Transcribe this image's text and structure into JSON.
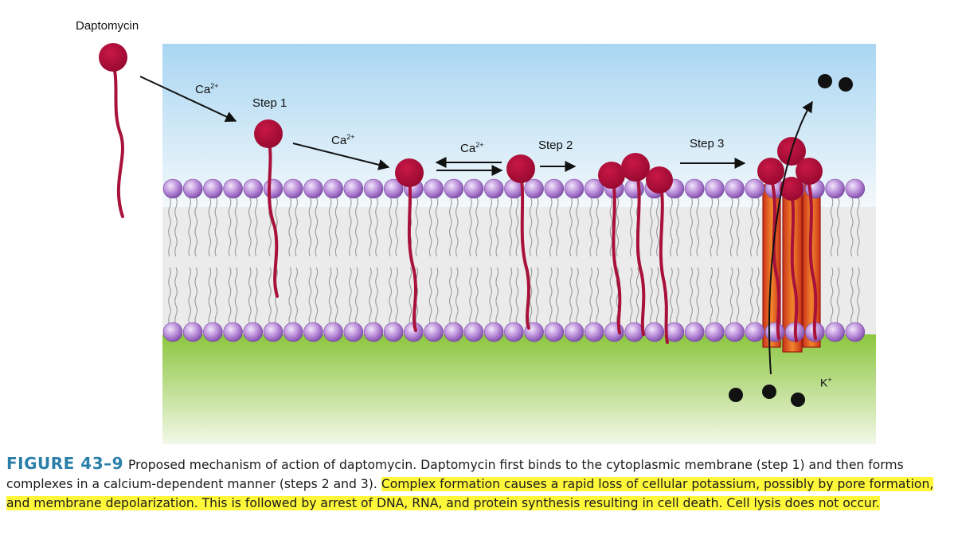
{
  "diagram": {
    "drug_label": "Daptomycin",
    "calcium_label": "Ca",
    "calcium_charge": "2+",
    "step1_label": "Step 1",
    "step2_label": "Step 2",
    "step3_label": "Step 3",
    "potassium_label": "K",
    "potassium_charge": "+"
  },
  "caption": {
    "figure_number": "FIGURE 43–9",
    "plain_text": "Proposed mechanism of action of daptomycin. Daptomycin first binds to the cytoplasmic membrane (step 1) and then forms complexes in a calcium-dependent manner (steps 2 and 3). ",
    "highlighted_text": "Complex formation causes a rapid loss of cellular potassium, possibly by pore formation, and membrane depolarization. This is followed by arrest of DNA, RNA, and protein synthesis resulting in cell death. Cell lysis does not occur."
  },
  "colors": {
    "drug_head": "#b0103a",
    "drug_tail": "#a8123a",
    "lipid_head": "#b88ad8",
    "ion": "#111111",
    "pore": "#e8601c",
    "caption_number": "#2a7fa8",
    "highlight": "#fff83a"
  }
}
